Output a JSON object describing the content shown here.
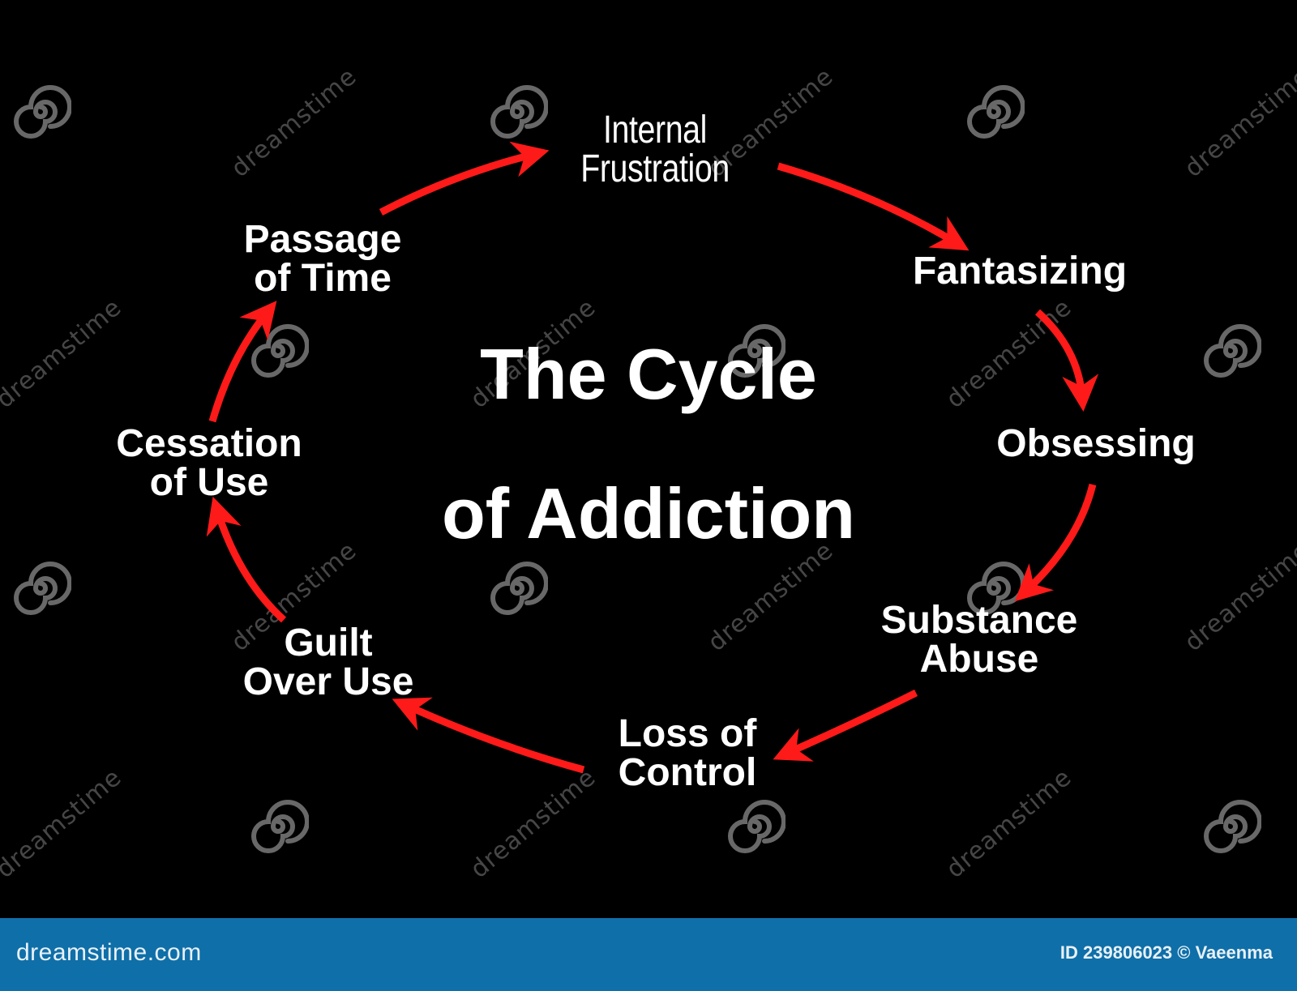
{
  "diagram": {
    "title_line1": "The Cycle",
    "title_line2": "of Addiction",
    "arrow_color": "#ff1a1a",
    "nodes": [
      {
        "line1": "Internal",
        "line2": "Frustration"
      },
      {
        "line1": "Fantasizing",
        "line2": ""
      },
      {
        "line1": "Obsessing",
        "line2": ""
      },
      {
        "line1": "Substance",
        "line2": "Abuse"
      },
      {
        "line1": "Loss of",
        "line2": "Control"
      },
      {
        "line1": "Guilt",
        "line2": "Over Use"
      },
      {
        "line1": "Cessation",
        "line2": "of Use"
      },
      {
        "line1": "Passage",
        "line2": "of Time"
      }
    ]
  },
  "watermark": {
    "text": "dreamstime",
    "icon": "spiral-icon"
  },
  "footer": {
    "brand": "dreamstime.com",
    "credit": "ID 239806023 © Vaeenma",
    "bg_color": "#0f6fa8"
  }
}
